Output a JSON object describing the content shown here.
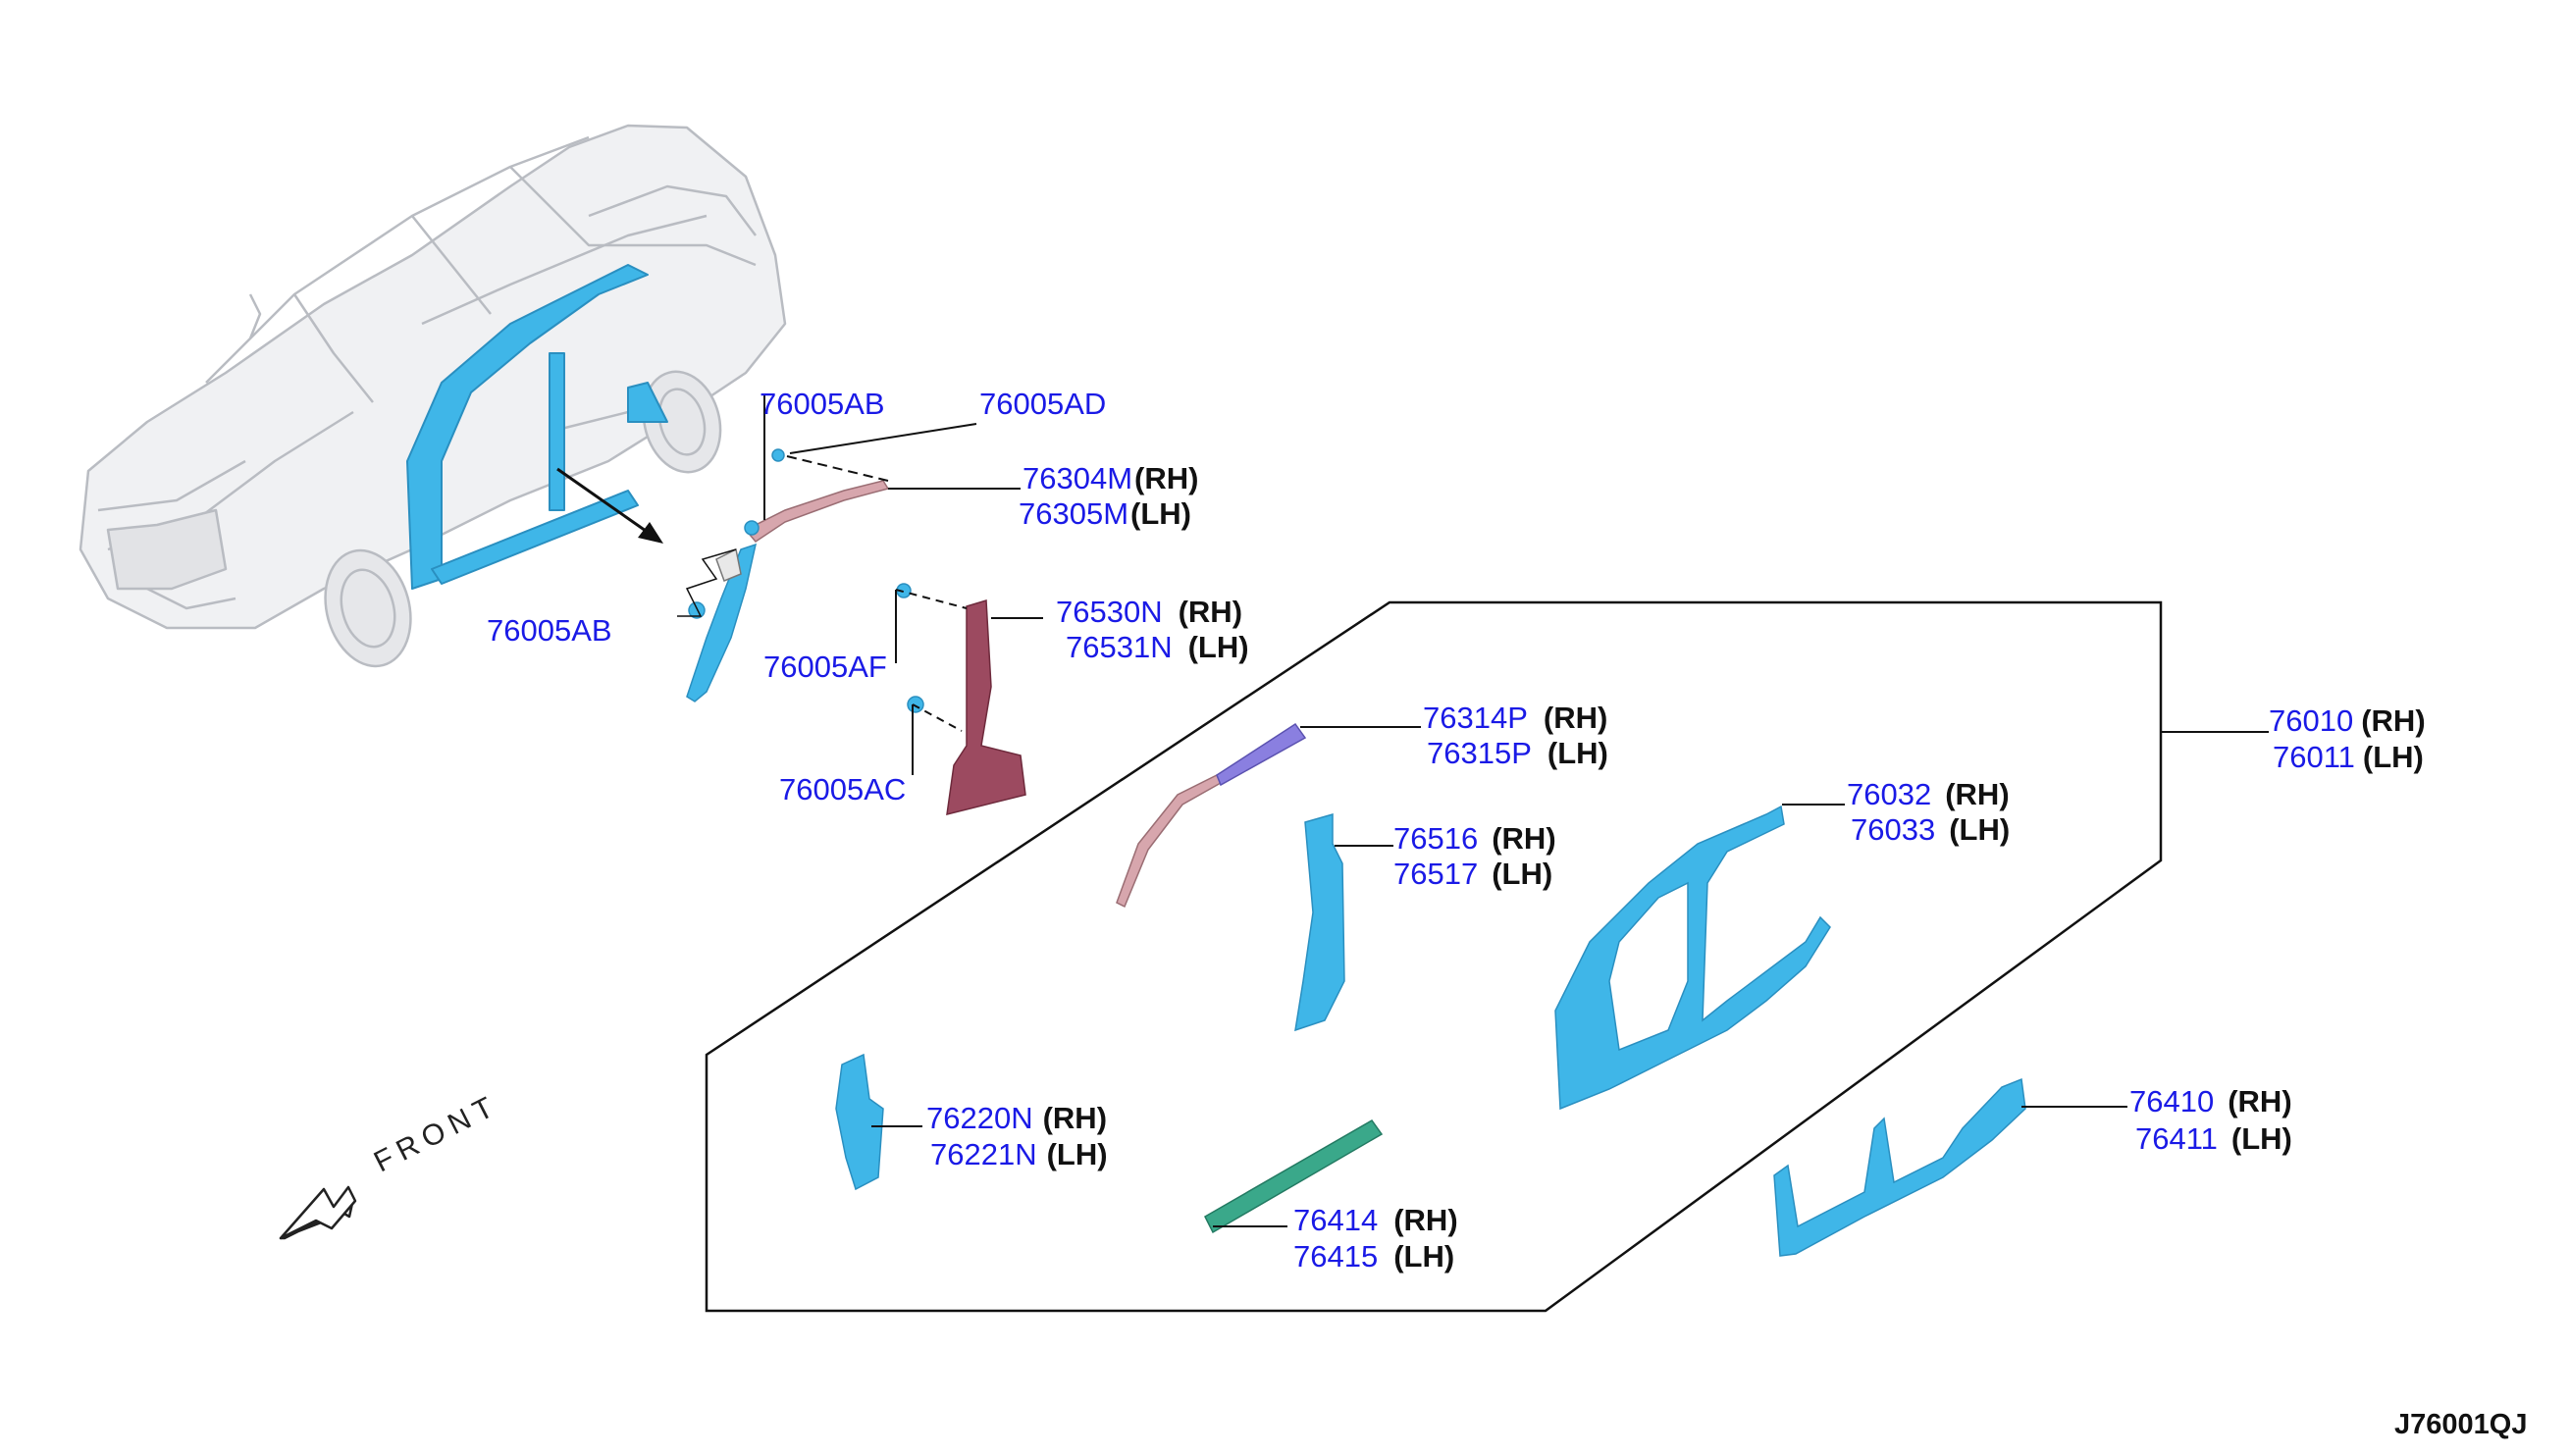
{
  "diagram_code": "J76001QJ",
  "front_label": "FRONT",
  "callouts": {
    "a76005ab_top": {
      "number": "76005AB"
    },
    "a76005ad": {
      "number": "76005AD"
    },
    "a76304m": {
      "number": "76304M",
      "side": "(RH)"
    },
    "a76305m": {
      "number": "76305M",
      "side": "(LH)"
    },
    "a76005ab_left": {
      "number": "76005AB"
    },
    "a76530n": {
      "number": "76530N",
      "side": "(RH)"
    },
    "a76531n": {
      "number": "76531N",
      "side": "(LH)"
    },
    "a76005af": {
      "number": "76005AF"
    },
    "a76005ac": {
      "number": "76005AC"
    },
    "a76314p": {
      "number": "76314P",
      "side": "(RH)"
    },
    "a76315p": {
      "number": "76315P",
      "side": "(LH)"
    },
    "a76010": {
      "number": "76010",
      "side": "(RH)"
    },
    "a76011": {
      "number": "76011",
      "side": "(LH)"
    },
    "a76516": {
      "number": "76516",
      "side": "(RH)"
    },
    "a76517": {
      "number": "76517",
      "side": "(LH)"
    },
    "a76032": {
      "number": "76032",
      "side": "(RH)"
    },
    "a76033": {
      "number": "76033",
      "side": "(LH)"
    },
    "a76220n": {
      "number": "76220N",
      "side": "(RH)"
    },
    "a76221n": {
      "number": "76221N",
      "side": "(LH)"
    },
    "a76414": {
      "number": "76414",
      "side": "(RH)"
    },
    "a76415": {
      "number": "76415",
      "side": "(LH)"
    },
    "a76410": {
      "number": "76410",
      "side": "(RH)"
    },
    "a76411": {
      "number": "76411",
      "side": "(LH)"
    }
  },
  "colors": {
    "part_blue": "#3fb6e8",
    "part_pink": "#d7a6ad",
    "part_purple": "#8a7fe0",
    "part_green": "#3aa88a",
    "part_maroon": "#8e3f55",
    "label_blue": "#1a1ae6",
    "car_outline": "#b9bcc2"
  }
}
